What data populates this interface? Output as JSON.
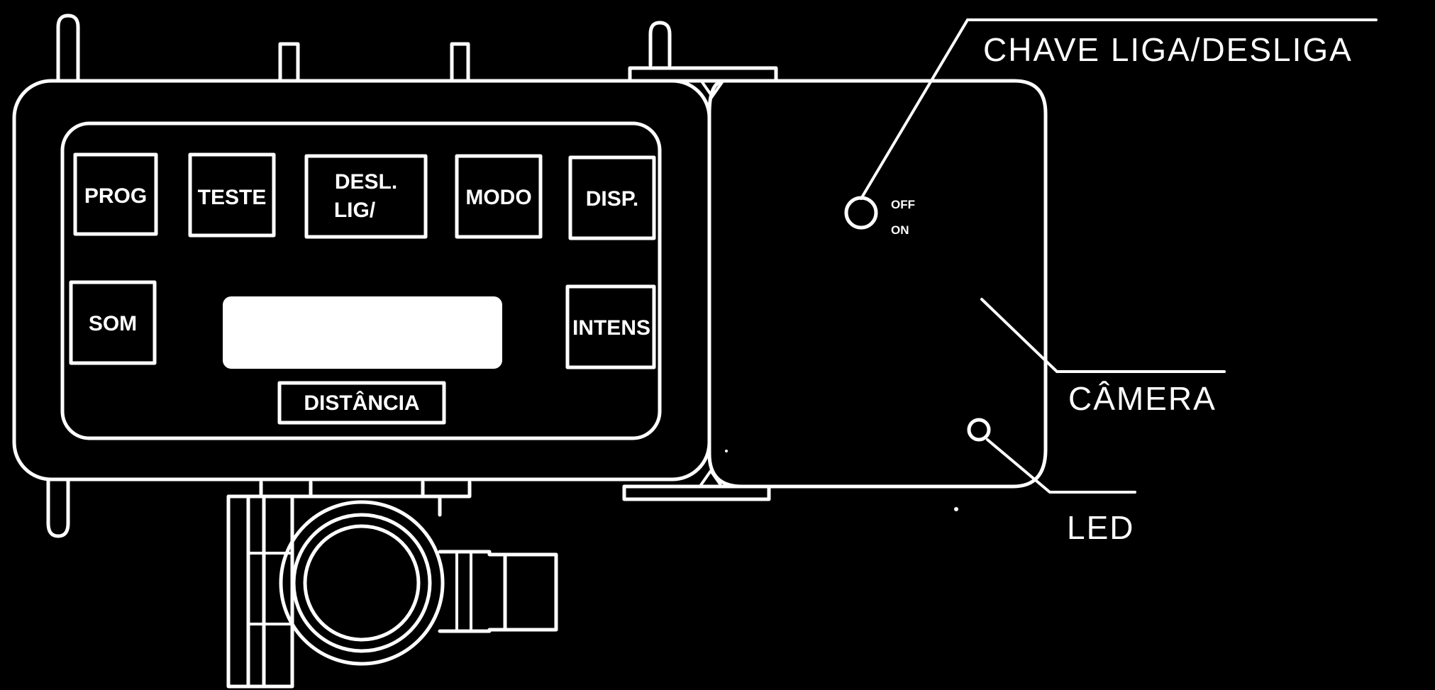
{
  "device": {
    "buttons": {
      "prog": "PROG",
      "teste": "TESTE",
      "liga_desl_line1": "DESL.",
      "liga_desl_line2": "LIG/",
      "modo": "MODO",
      "disp": "DISP.",
      "som": "SOM",
      "intens": "INTENS",
      "distancia": "DISTÂNCIA"
    },
    "switch_labels": {
      "off": "OFF",
      "on": "ON"
    }
  },
  "callouts": {
    "chave": "CHAVE LIGA/DESLIGA",
    "camera": "CÂMERA",
    "led": "LED"
  },
  "colors": {
    "background": "#000000",
    "line": "#ffffff",
    "display_window": "#ffffff"
  }
}
